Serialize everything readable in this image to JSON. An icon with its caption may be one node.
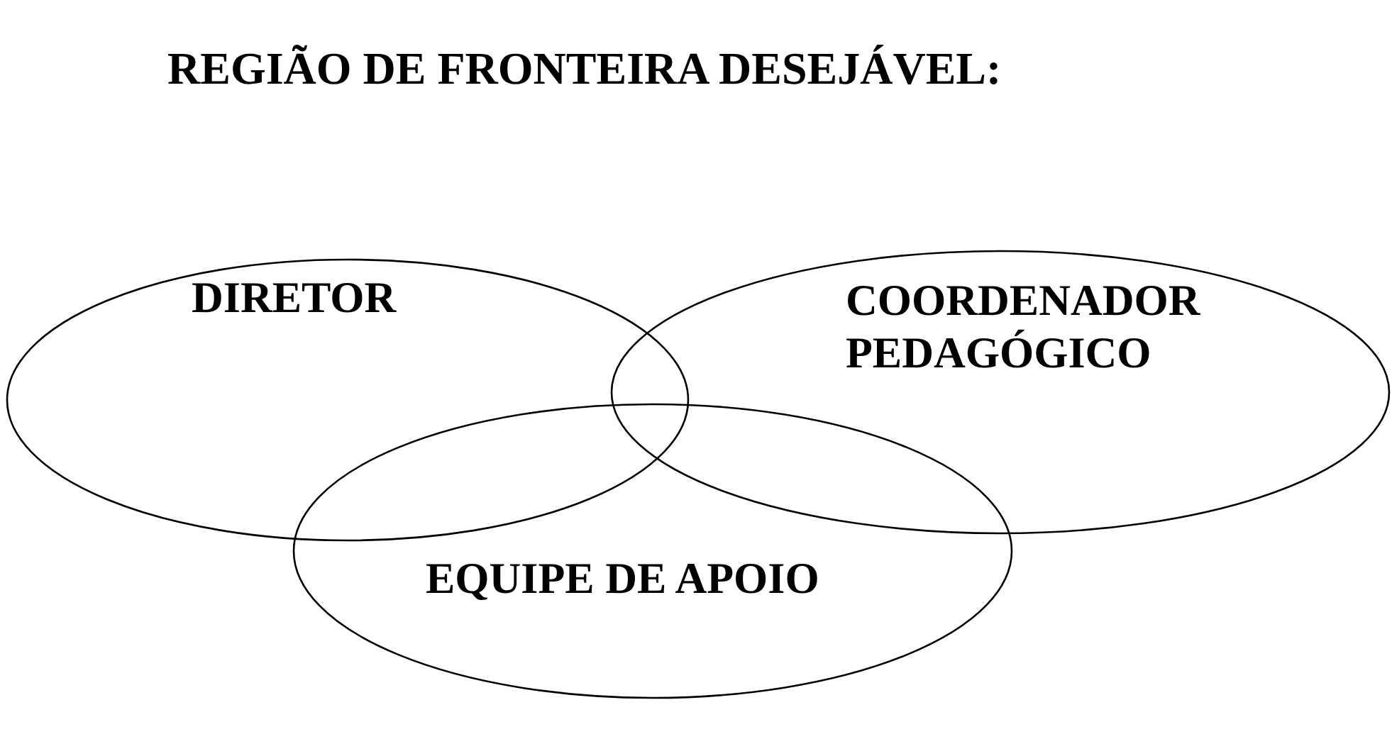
{
  "diagram": {
    "title": "REGIÃO DE FRONTEIRA DESEJÁVEL:",
    "nodes": [
      {
        "text": [
          "DIRETOR"
        ]
      },
      {
        "text": [
          "COORDENADOR PEDAGÓGICO"
        ]
      },
      {
        "text": [
          "EQUIPE DE APOIO"
        ]
      }
    ],
    "edges": []
  }
}
